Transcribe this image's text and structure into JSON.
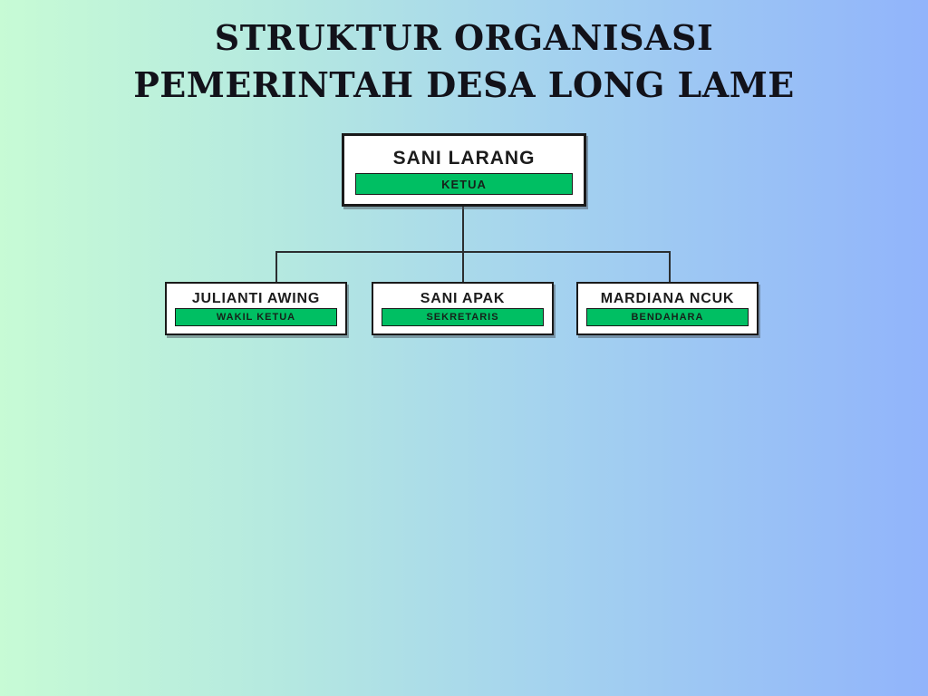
{
  "title": {
    "line1": "STRUKTUR ORGANISASI",
    "line2": "PEMERINTAH DESA LONG LAME"
  },
  "org_chart": {
    "root": {
      "name": "SANI LARANG",
      "role": "KETUA"
    },
    "children": [
      {
        "name": "JULIANTI AWING",
        "role": "WAKIL KETUA"
      },
      {
        "name": "SANI APAK",
        "role": "SEKRETARIS"
      },
      {
        "name": "MARDIANA NCUK",
        "role": "BENDAHARA"
      }
    ]
  },
  "colors": {
    "background_gradient_left": "#c7fbd5",
    "background_gradient_right": "#91b4fb",
    "role_badge_green": "#00bf63",
    "box_border": "#1a1a1a",
    "connector": "#2b2e30",
    "title_text": "#12121a"
  }
}
